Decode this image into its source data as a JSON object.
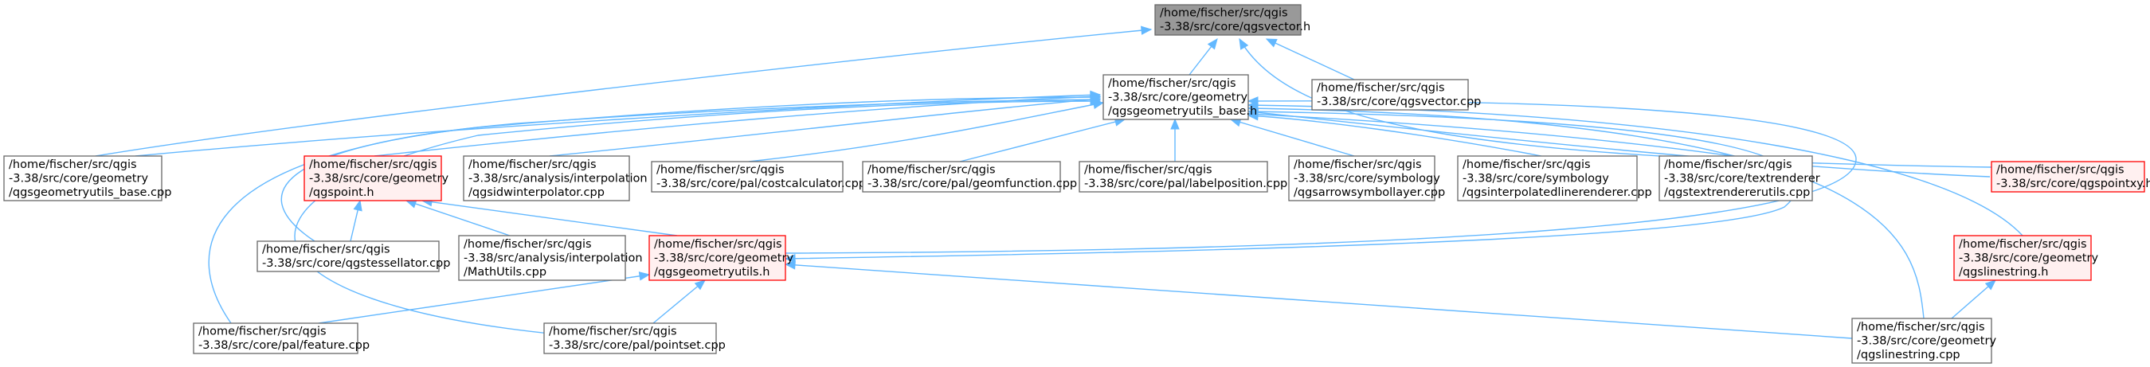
{
  "diagram": {
    "type": "include dependency graph",
    "colors": {
      "edge": "#63b8ff",
      "root_fill": "#999999",
      "root_border": "#666666",
      "header_border": "#ff0000",
      "header_fill": "#fff0f0",
      "default_border": "#666666",
      "default_fill": "#ffffff"
    },
    "nodes": [
      {
        "id": "root",
        "style": "root",
        "lines": [
          "/home/fischer/src/qgis",
          "-3.38/src/core/qgsvector.h"
        ]
      },
      {
        "id": "gub_h",
        "style": "default",
        "lines": [
          "/home/fischer/src/qgis",
          "-3.38/src/core/geometry",
          "/qgsgeometryutils_base.h"
        ]
      },
      {
        "id": "vec_cpp",
        "style": "default",
        "lines": [
          "/home/fischer/src/qgis",
          "-3.38/src/core/qgsvector.cpp"
        ]
      },
      {
        "id": "gub_cpp",
        "style": "default",
        "lines": [
          "/home/fischer/src/qgis",
          "-3.38/src/core/geometry",
          "/qgsgeometryutils_base.cpp"
        ]
      },
      {
        "id": "qgspoint_h",
        "style": "header",
        "lines": [
          "/home/fischer/src/qgis",
          "-3.38/src/core/geometry",
          "/qgspoint.h"
        ]
      },
      {
        "id": "idw_cpp",
        "style": "default",
        "lines": [
          "/home/fischer/src/qgis",
          "-3.38/src/analysis/interpolation",
          "/qgsidwinterpolator.cpp"
        ]
      },
      {
        "id": "cost_cpp",
        "style": "default",
        "lines": [
          "/home/fischer/src/qgis",
          "-3.38/src/core/pal/costcalculator.cpp"
        ]
      },
      {
        "id": "geomfn_cpp",
        "style": "default",
        "lines": [
          "/home/fischer/src/qgis",
          "-3.38/src/core/pal/geomfunction.cpp"
        ]
      },
      {
        "id": "labelpos_cpp",
        "style": "default",
        "lines": [
          "/home/fischer/src/qgis",
          "-3.38/src/core/pal/labelposition.cpp"
        ]
      },
      {
        "id": "arrow_cpp",
        "style": "default",
        "lines": [
          "/home/fischer/src/qgis",
          "-3.38/src/core/symbology",
          "/qgsarrowsymbollayer.cpp"
        ]
      },
      {
        "id": "interp_cpp",
        "style": "default",
        "lines": [
          "/home/fischer/src/qgis",
          "-3.38/src/core/symbology",
          "/qgsinterpolatedlinerenderer.cpp"
        ]
      },
      {
        "id": "textr_cpp",
        "style": "default",
        "lines": [
          "/home/fischer/src/qgis",
          "-3.38/src/core/textrenderer",
          "/qgstextrendererutils.cpp"
        ]
      },
      {
        "id": "pointxy_h",
        "style": "header",
        "lines": [
          "/home/fischer/src/qgis",
          "-3.38/src/core/qgspointxy.h"
        ]
      },
      {
        "id": "tess_cpp",
        "style": "default",
        "lines": [
          "/home/fischer/src/qgis",
          "-3.38/src/core/qgstessellator.cpp"
        ]
      },
      {
        "id": "mathutils_cpp",
        "style": "default",
        "lines": [
          "/home/fischer/src/qgis",
          "-3.38/src/analysis/interpolation",
          "/MathUtils.cpp"
        ]
      },
      {
        "id": "gu_h",
        "style": "header",
        "lines": [
          "/home/fischer/src/qgis",
          "-3.38/src/core/geometry",
          "/qgsgeometryutils.h"
        ]
      },
      {
        "id": "ls_h",
        "style": "header",
        "lines": [
          "/home/fischer/src/qgis",
          "-3.38/src/core/geometry",
          "/qgslinestring.h"
        ]
      },
      {
        "id": "feature_cpp",
        "style": "default",
        "lines": [
          "/home/fischer/src/qgis",
          "-3.38/src/core/pal/feature.cpp"
        ]
      },
      {
        "id": "pointset_cpp",
        "style": "default",
        "lines": [
          "/home/fischer/src/qgis",
          "-3.38/src/core/pal/pointset.cpp"
        ]
      },
      {
        "id": "ls_cpp",
        "style": "default",
        "lines": [
          "/home/fischer/src/qgis",
          "-3.38/src/core/geometry",
          "/qgslinestring.cpp"
        ]
      }
    ]
  }
}
